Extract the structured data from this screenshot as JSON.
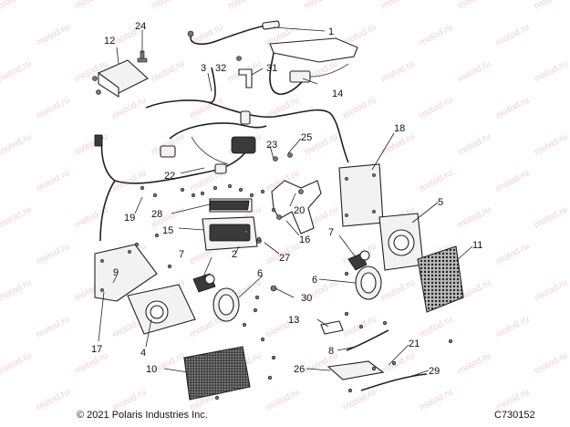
{
  "watermark": "motod.ru",
  "footer": {
    "copyright": "© 2021 Polaris Industries Inc.",
    "figure_id": "C730152"
  },
  "callouts": [
    "1",
    "2",
    "3",
    "4",
    "5",
    "6",
    "6",
    "7",
    "7",
    "8",
    "9",
    "10",
    "11",
    "12",
    "13",
    "14",
    "15",
    "16",
    "17",
    "18",
    "19",
    "20",
    "21",
    "22",
    "23",
    "24",
    "25",
    "26",
    "27",
    "28",
    "29",
    "30",
    "31",
    "32"
  ]
}
